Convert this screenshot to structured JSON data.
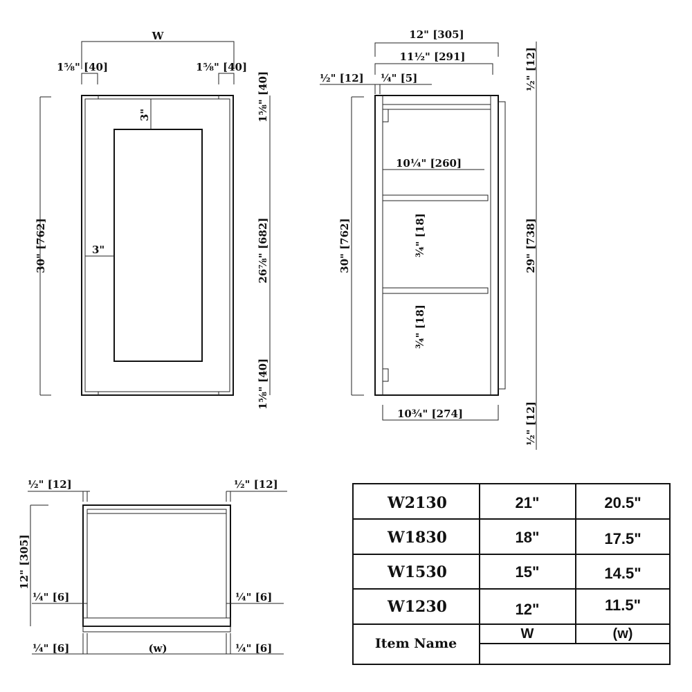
{
  "front_view": {
    "width_label": "W",
    "left_stile": "1⅝\" [40]",
    "right_stile": "1⅝\" [40]",
    "height": "30\" [762]",
    "top_rail_gap": "3\"",
    "side_gap": "3\"",
    "top_rail": "1⅝\" [40]",
    "glass_height": "26⅞\" [682]",
    "bottom_rail": "1⅝\" [40]"
  },
  "side_view": {
    "depth_total": "12\" [305]",
    "depth_box": "11½\" [291]",
    "door_thickness": "½\" [12]",
    "gap": "¼\" [5]",
    "shelf_depth": "10¼\" [260]",
    "shelf1_thickness": "¾\" [18]",
    "shelf2_thickness": "¾\" [18]",
    "height": "30\" [762]",
    "box_height": "29\" [738]",
    "top_offset": "½\" [12]",
    "bottom_offset": "½\" [12]",
    "bottom_depth": "10¾\" [274]"
  },
  "top_view": {
    "left_panel": "½\" [12]",
    "right_panel": "½\" [12]",
    "depth": "12\" [305]",
    "left_inset": "¼\" [6]",
    "right_inset": "¼\" [6]",
    "left_bottom": "¼\" [6]",
    "right_bottom": "¼\" [6]",
    "inner_width": "(w)"
  },
  "table": {
    "rows": [
      {
        "item": "W2130",
        "W": "21\"",
        "w": "20.5\""
      },
      {
        "item": "W1830",
        "W": "18\"",
        "w": "17.5\""
      },
      {
        "item": "W1530",
        "W": "15\"",
        "w": "14.5\""
      },
      {
        "item": "W1230",
        "W": "12\"",
        "w": "11.5\""
      }
    ],
    "header": {
      "item": "Item Name",
      "W": "W",
      "w": "(w)"
    }
  }
}
